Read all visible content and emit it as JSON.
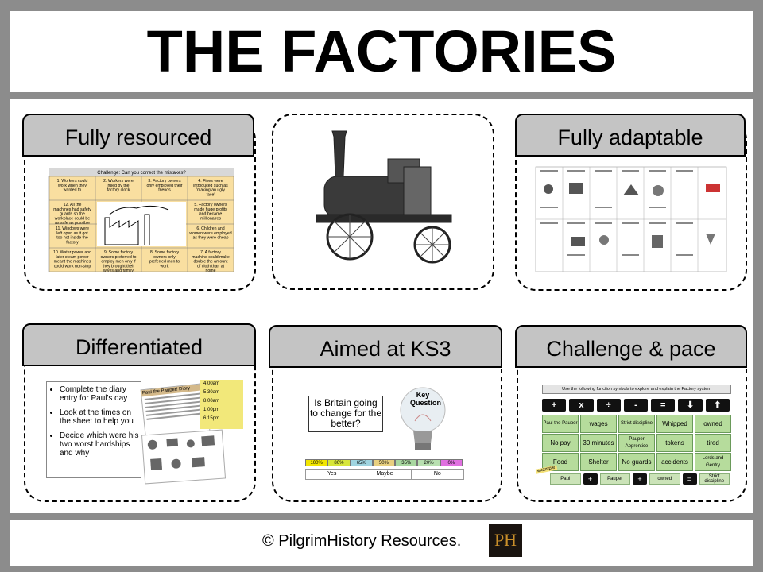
{
  "title": "THE FACTORIES",
  "footer": {
    "copyright": "© PilgrimHistory Resources.",
    "logo_text": "PH"
  },
  "cards": {
    "resourced": {
      "label": "Fully resourced",
      "worksheet": {
        "header": "Challenge: Can you correct the mistakes?",
        "cells": [
          "1. Workers could work when they wanted to",
          "2. Workers were ruled by the factory clock",
          "3. Factory owners only employed their friends",
          "4. Fines were introduced such as 'making an ugly face'",
          "12. All the machines had safety guards so the workplace could be as safe as possible",
          "5. Factory owners made huge profits and became millionaires",
          "11. Windows were left open as it got too hot inside the factory",
          "6. Children and women were employed as they were cheap",
          "10. Water power and later steam power meant the machines could work non-stop",
          "9. Some factory owners preferred to employ men only if they brought their wives and family",
          "8. Some factory owners only preferred men to work",
          "7. A factory machine could make double the amount of cloth than at home"
        ]
      }
    },
    "adaptable": {
      "label": "Fully adaptable"
    },
    "differentiated": {
      "label": "Differentiated",
      "bullets": [
        "Complete the diary entry for Paul's day",
        "Look at the times on the sheet to help you",
        "Decide which were his two worst hardships and why"
      ],
      "diary_title": "Paul the Pauper! Diary",
      "times": [
        "4.00am",
        "5.30am",
        "8.00am",
        "1.00pm",
        "6.15pm"
      ]
    },
    "ks3": {
      "label": "Aimed at KS3",
      "question": "Is Britain going to change for the better?",
      "key_question": "Key Question",
      "scale": [
        "100%",
        "80%",
        "65%",
        "50%",
        "35%",
        "20%",
        "0%"
      ],
      "scale_colors": [
        "#f2e600",
        "#d7e63a",
        "#9fd4e0",
        "#e8d080",
        "#a8d8a0",
        "#b8e0b0",
        "#e070e0"
      ],
      "answers": [
        "Yes",
        "Maybe",
        "No"
      ]
    },
    "challenge": {
      "label": "Challenge & pace",
      "instruction": "Use the following function symbols to explore and explain the Factory system",
      "symbols": [
        "+",
        "x",
        "÷",
        "-",
        "=",
        "⬇",
        "⬆"
      ],
      "words": [
        [
          "Paul the Pauper",
          "wages",
          "Strict discipline",
          "Whipped",
          "owned"
        ],
        [
          "No pay",
          "30 minutes",
          "Pauper Apprentice",
          "tokens",
          "tired"
        ],
        [
          "Food",
          "Shelter",
          "No guards",
          "accidents",
          "Lords and Gentry"
        ]
      ],
      "example_label": "example",
      "example": [
        "Paul",
        "+",
        "Pauper",
        "+",
        "owned",
        "=",
        "Strict discipline"
      ]
    }
  }
}
